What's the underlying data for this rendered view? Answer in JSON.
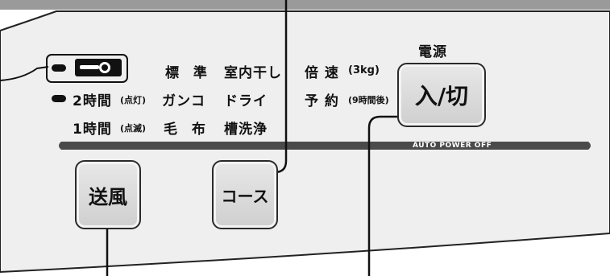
{
  "indicators": {
    "row1_label": "",
    "row2_label": "2時間",
    "row2_note": "(点灯)",
    "row3_label": "1時間",
    "row3_note": "(点滅)"
  },
  "courses": {
    "standard": "標 準",
    "indoor_dry": "室内干し",
    "tough": "ガンコ",
    "dry": "ドライ",
    "blanket": "毛 布",
    "tub_clean": "槽洗浄"
  },
  "speed": {
    "label": "倍 速",
    "note": "(3kg)"
  },
  "reserve": {
    "label": "予 約",
    "note": "(9時間後)"
  },
  "power": {
    "title": "電源",
    "button_label": "入/切",
    "auto_off": "AUTO POWER OFF"
  },
  "buttons": {
    "fan": "送風",
    "course": "コース"
  },
  "icons": {
    "indicator_dot": "indicator-led",
    "key": "key-icon"
  }
}
